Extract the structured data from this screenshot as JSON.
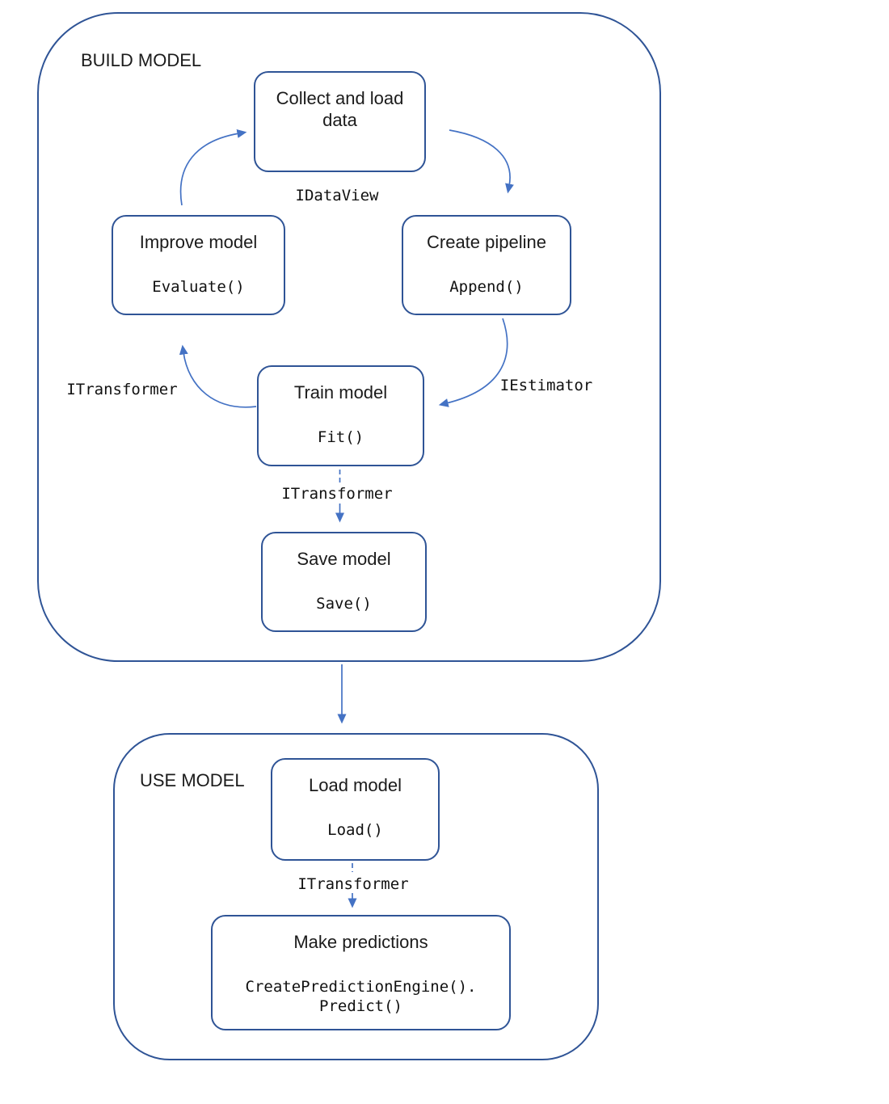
{
  "colors": {
    "container_border": "#2f5496",
    "node_border": "#2f5496",
    "arrow": "#4472c4",
    "label_text": "#1b1b1b",
    "code_text": "#111111"
  },
  "sections": {
    "build": {
      "label": "BUILD MODEL"
    },
    "use": {
      "label": "USE MODEL"
    }
  },
  "nodes": {
    "collect": {
      "title": "Collect and load data"
    },
    "create": {
      "title": "Create pipeline",
      "code": "Append()"
    },
    "train": {
      "title": "Train model",
      "code": "Fit()"
    },
    "improve": {
      "title": "Improve model",
      "code": "Evaluate()"
    },
    "save": {
      "title": "Save model",
      "code": "Save()"
    },
    "load": {
      "title": "Load model",
      "code": "Load()"
    },
    "predict": {
      "title": "Make predictions",
      "code": "CreatePredictionEngine().\nPredict()"
    }
  },
  "edge_labels": {
    "idataview": "IDataView",
    "iestimator": "IEstimator",
    "itransformer_left": "ITransformer",
    "itransformer_mid": "ITransformer",
    "itransformer_use": "ITransformer"
  }
}
